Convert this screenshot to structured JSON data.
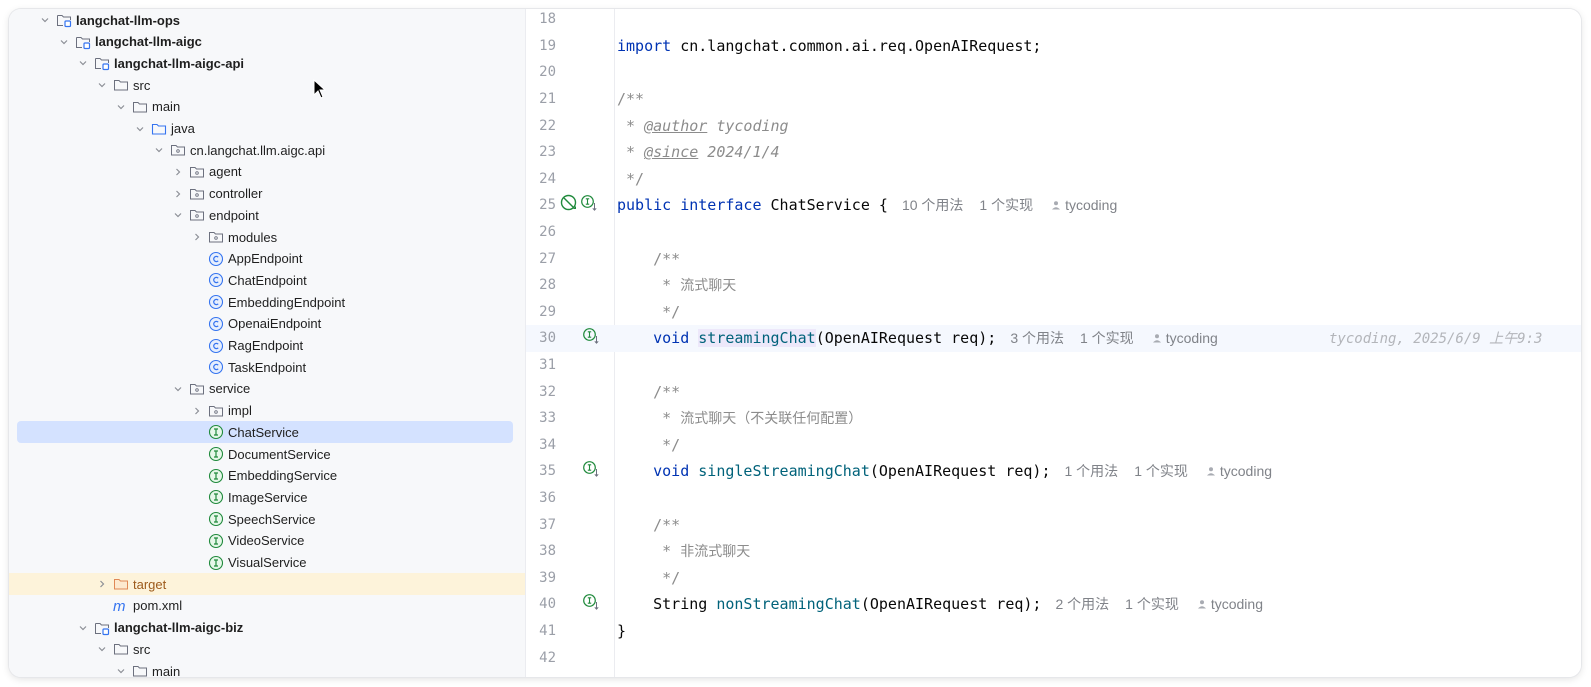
{
  "project_tree": {
    "items": [
      {
        "label": "langchat-llm-ops",
        "depth": 0,
        "expanded": true,
        "icon": "module-folder-icon",
        "bold": true
      },
      {
        "label": "langchat-llm-aigc",
        "depth": 1,
        "expanded": true,
        "icon": "module-folder-icon",
        "bold": true
      },
      {
        "label": "langchat-llm-aigc-api",
        "depth": 2,
        "expanded": true,
        "icon": "module-folder-icon",
        "bold": true
      },
      {
        "label": "src",
        "depth": 3,
        "expanded": true,
        "icon": "folder-icon"
      },
      {
        "label": "main",
        "depth": 4,
        "expanded": true,
        "icon": "folder-icon"
      },
      {
        "label": "java",
        "depth": 5,
        "expanded": true,
        "icon": "source-folder-icon"
      },
      {
        "label": "cn.langchat.llm.aigc.api",
        "depth": 6,
        "expanded": true,
        "icon": "package-icon"
      },
      {
        "label": "agent",
        "depth": 7,
        "expanded": false,
        "icon": "package-icon"
      },
      {
        "label": "controller",
        "depth": 7,
        "expanded": false,
        "icon": "package-icon"
      },
      {
        "label": "endpoint",
        "depth": 7,
        "expanded": true,
        "icon": "package-icon"
      },
      {
        "label": "modules",
        "depth": 8,
        "expanded": false,
        "icon": "package-icon"
      },
      {
        "label": "AppEndpoint",
        "depth": 8,
        "icon": "class-icon"
      },
      {
        "label": "ChatEndpoint",
        "depth": 8,
        "icon": "class-icon"
      },
      {
        "label": "EmbeddingEndpoint",
        "depth": 8,
        "icon": "class-icon"
      },
      {
        "label": "OpenaiEndpoint",
        "depth": 8,
        "icon": "class-icon"
      },
      {
        "label": "RagEndpoint",
        "depth": 8,
        "icon": "class-icon"
      },
      {
        "label": "TaskEndpoint",
        "depth": 8,
        "icon": "class-icon"
      },
      {
        "label": "service",
        "depth": 7,
        "expanded": true,
        "icon": "package-icon"
      },
      {
        "label": "impl",
        "depth": 8,
        "expanded": false,
        "icon": "package-icon"
      },
      {
        "label": "ChatService",
        "depth": 8,
        "icon": "interface-icon",
        "selected": true
      },
      {
        "label": "DocumentService",
        "depth": 8,
        "icon": "interface-icon"
      },
      {
        "label": "EmbeddingService",
        "depth": 8,
        "icon": "interface-icon"
      },
      {
        "label": "ImageService",
        "depth": 8,
        "icon": "interface-icon"
      },
      {
        "label": "SpeechService",
        "depth": 8,
        "icon": "interface-icon"
      },
      {
        "label": "VideoService",
        "depth": 8,
        "icon": "interface-icon"
      },
      {
        "label": "VisualService",
        "depth": 8,
        "icon": "interface-icon"
      },
      {
        "label": "target",
        "depth": 3,
        "expanded": false,
        "icon": "excluded-folder-icon",
        "excluded": true
      },
      {
        "label": "pom.xml",
        "depth": 3,
        "icon": "maven-icon"
      },
      {
        "label": "langchat-llm-aigc-biz",
        "depth": 2,
        "expanded": true,
        "icon": "module-folder-icon",
        "bold": true
      },
      {
        "label": "src",
        "depth": 3,
        "expanded": true,
        "icon": "folder-icon"
      },
      {
        "label": "main",
        "depth": 4,
        "expanded": true,
        "icon": "folder-icon"
      }
    ]
  },
  "editor": {
    "file": "ChatService",
    "current_line": 30,
    "lines": [
      {
        "n": "18",
        "text": ""
      },
      {
        "n": "19",
        "text": "import cn.langchat.common.ai.req.OpenAIRequest;"
      },
      {
        "n": "20",
        "text": ""
      },
      {
        "n": "21",
        "text": "/**"
      },
      {
        "n": "22",
        "text": " * @author tycoding"
      },
      {
        "n": "23",
        "text": " * @since 2024/1/4"
      },
      {
        "n": "24",
        "text": " */"
      },
      {
        "n": "25",
        "text": "public interface ChatService {"
      },
      {
        "n": "26",
        "text": ""
      },
      {
        "n": "27",
        "text": "    /**"
      },
      {
        "n": "28",
        "text": "     * 流式聊天"
      },
      {
        "n": "29",
        "text": "     */"
      },
      {
        "n": "30",
        "text": "    void streamingChat(OpenAIRequest req);"
      },
      {
        "n": "31",
        "text": ""
      },
      {
        "n": "32",
        "text": "    /**"
      },
      {
        "n": "33",
        "text": "     * 流式聊天（不关联任何配置）"
      },
      {
        "n": "34",
        "text": "     */"
      },
      {
        "n": "35",
        "text": "    void singleStreamingChat(OpenAIRequest req);"
      },
      {
        "n": "36",
        "text": ""
      },
      {
        "n": "37",
        "text": "    /**"
      },
      {
        "n": "38",
        "text": "     * 非流式聊天"
      },
      {
        "n": "39",
        "text": "     */"
      },
      {
        "n": "40",
        "text": "    String nonStreamingChat(OpenAIRequest req);"
      },
      {
        "n": "41",
        "text": "}"
      },
      {
        "n": "42",
        "text": ""
      }
    ],
    "tokens": {
      "import_kw": "import",
      "import_path": " cn.langchat.common.ai.req.OpenAIRequest;",
      "doc_open": "/**",
      "doc_star": " * ",
      "doc_close": " */",
      "author_tag": "@author",
      "author_val": " tycoding",
      "since_tag": "@since",
      "since_val": " 2024/1/4",
      "public_kw": "public",
      "interface_kw": " interface",
      "class_name": " ChatService {",
      "indent": "    ",
      "m_doc_open": "    /**",
      "m_doc_star": "     * ",
      "m_doc_close": "     */",
      "c28": "流式聊天",
      "c33": "流式聊天（不关联任何配置）",
      "c38": "非流式聊天",
      "void_kw": "void",
      "string_type": "String",
      "m30": "streamingChat",
      "m35": "singleStreamingChat",
      "m40": "nonStreamingChat",
      "params": "(OpenAIRequest req);",
      "close_brace": "}"
    },
    "inlay_hints": {
      "l25": {
        "usages": "10 个用法",
        "impls": "1 个实现",
        "author": "tycoding"
      },
      "l30": {
        "usages": "3 个用法",
        "impls": "1 个实现",
        "author": "tycoding"
      },
      "l35": {
        "usages": "1 个用法",
        "impls": "1 个实现",
        "author": "tycoding"
      },
      "l40": {
        "usages": "2 个用法",
        "impls": "1 个实现",
        "author": "tycoding"
      }
    },
    "blame_annotation": "tycoding, 2025/6/9 上午9:3",
    "colors": {
      "keyword": "#0033b3",
      "method": "#00627a",
      "comment": "#8c8c8c",
      "selection": "#d4e2ff",
      "current_line": "#f5f8fe"
    }
  }
}
